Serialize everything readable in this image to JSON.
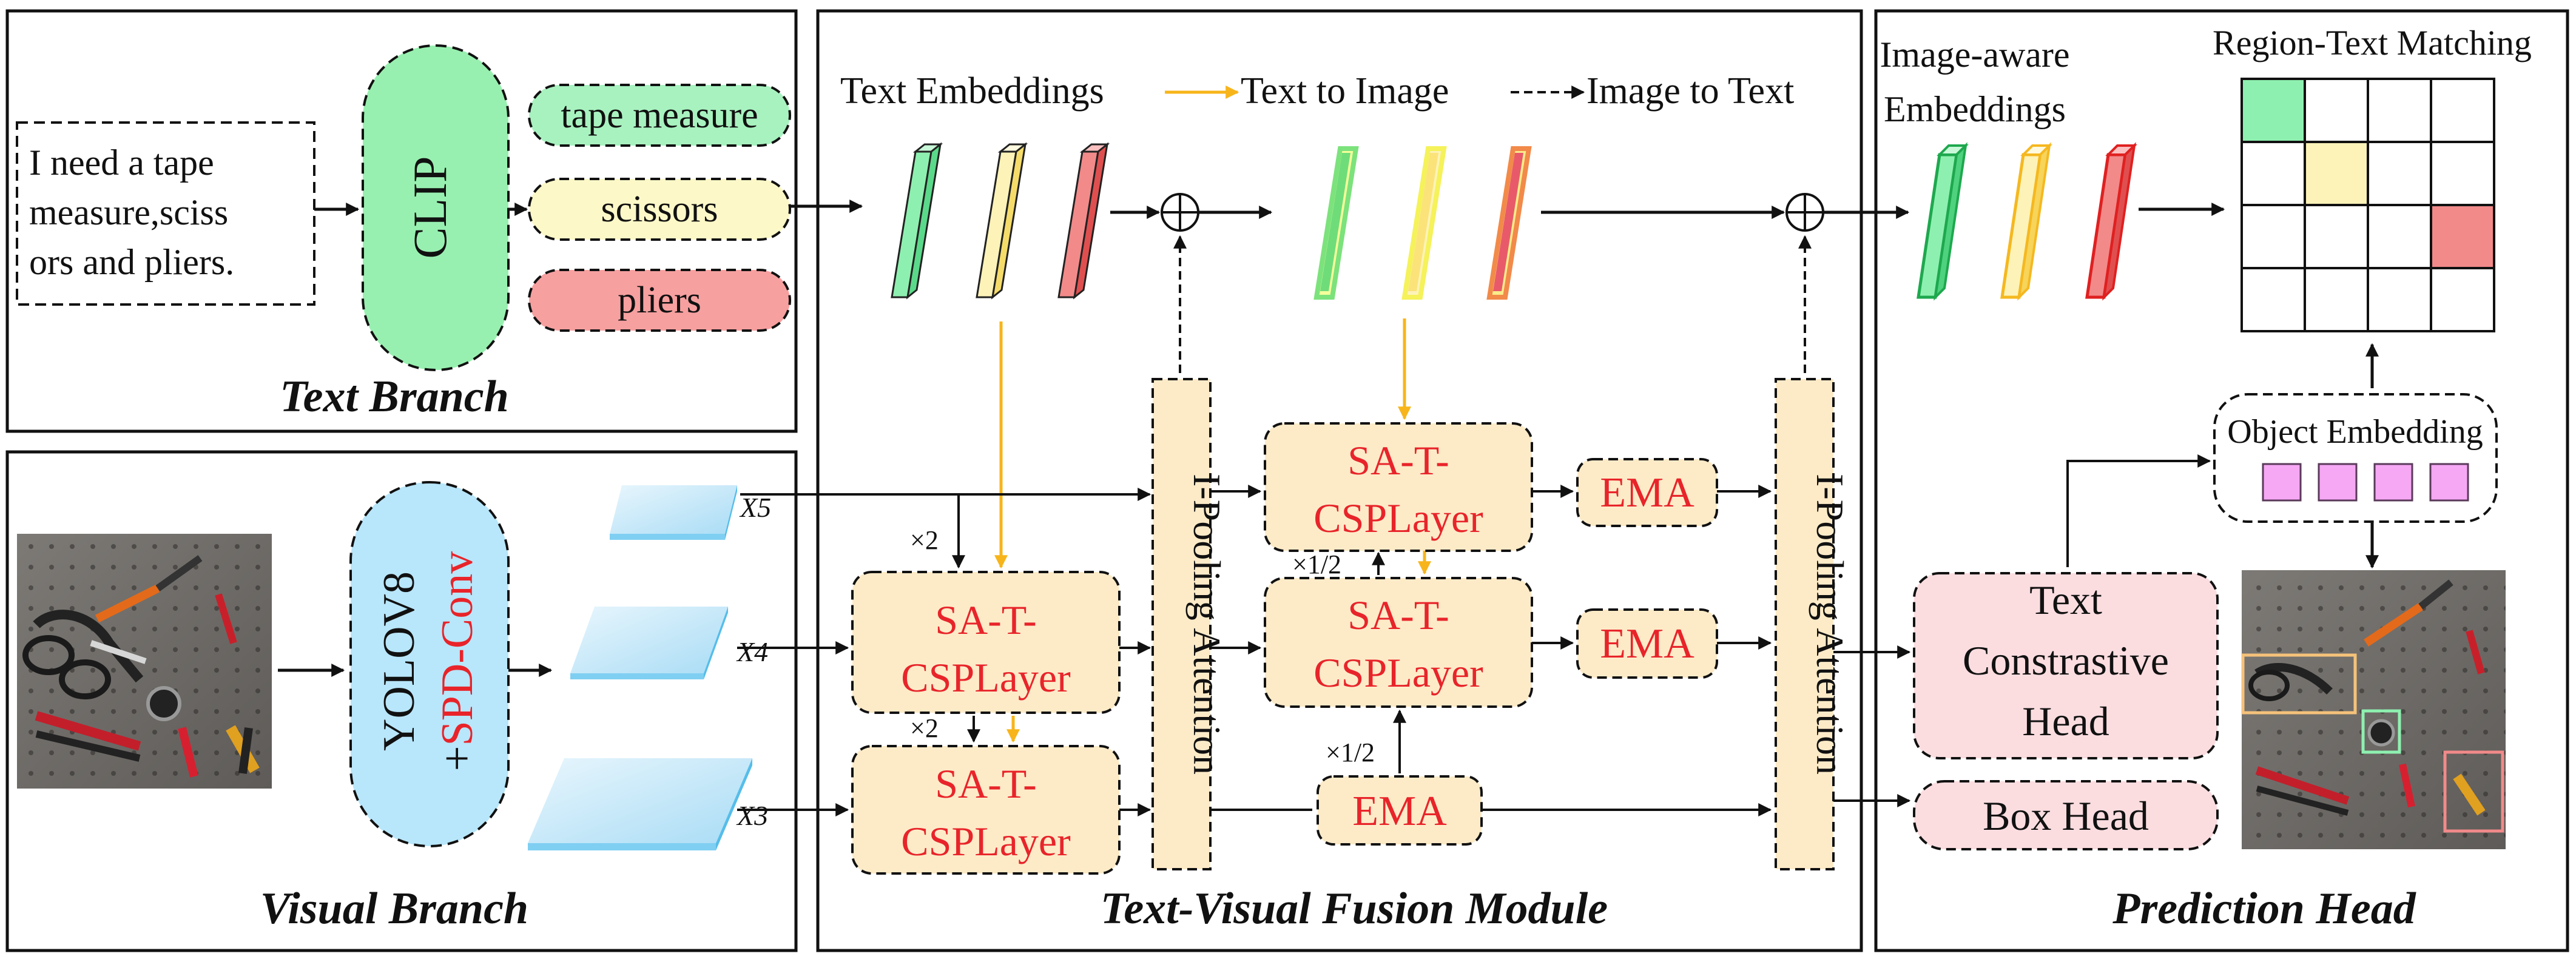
{
  "panels": {
    "text_branch": "Text Branch",
    "visual_branch": "Visual Branch",
    "fusion": "Text-Visual Fusion Module",
    "prediction": "Prediction Head"
  },
  "text_branch": {
    "input_lines": [
      "I need a tape",
      "measure,sciss",
      "ors and pliers."
    ],
    "encoder": "CLIP",
    "tokens": [
      "tape measure",
      "scissors",
      "pliers"
    ]
  },
  "visual_branch": {
    "backbone_line1": "YOLOV8",
    "backbone_plus": "+",
    "backbone_line2": "SPD-Conv",
    "features": [
      "X5",
      "X4",
      "X3"
    ]
  },
  "fusion": {
    "legend": {
      "text_embeddings": "Text Embeddings",
      "text_to_image": "Text to Image",
      "image_to_text": "Image to Text"
    },
    "pooling": "I-Pooling Attention",
    "sa_line1": "SA-T-",
    "sa_line2": "CSPLayer",
    "ema": "EMA",
    "x2": "×2",
    "half": "×1/2"
  },
  "prediction": {
    "image_aware_line1": "Image-aware",
    "image_aware_line2": "Embeddings",
    "matching": "Region-Text Matching",
    "object_embedding": "Object Embedding",
    "text_head_lines": [
      "Text",
      "Constrastive",
      "Head"
    ],
    "box_head": "Box Head"
  },
  "colors": {
    "green": "#8ef0b0",
    "yellow": "#fdf3b8",
    "red": "#f28a8a",
    "orange_arrow": "#f7b51b",
    "sa_fill": "#fdebc8",
    "clip_fill": "#98f0b0",
    "yolo_fill": "#b8e6fa",
    "head_fill": "#fbdde0",
    "obj_embed": "#f6a8f4",
    "red_text": "#e8242a"
  },
  "matching_grid": {
    "rows": 4,
    "cols": 4,
    "highlighted": [
      {
        "row": 0,
        "col": 0,
        "color": "green"
      },
      {
        "row": 1,
        "col": 1,
        "color": "yellow"
      },
      {
        "row": 2,
        "col": 3,
        "color": "red"
      }
    ]
  }
}
